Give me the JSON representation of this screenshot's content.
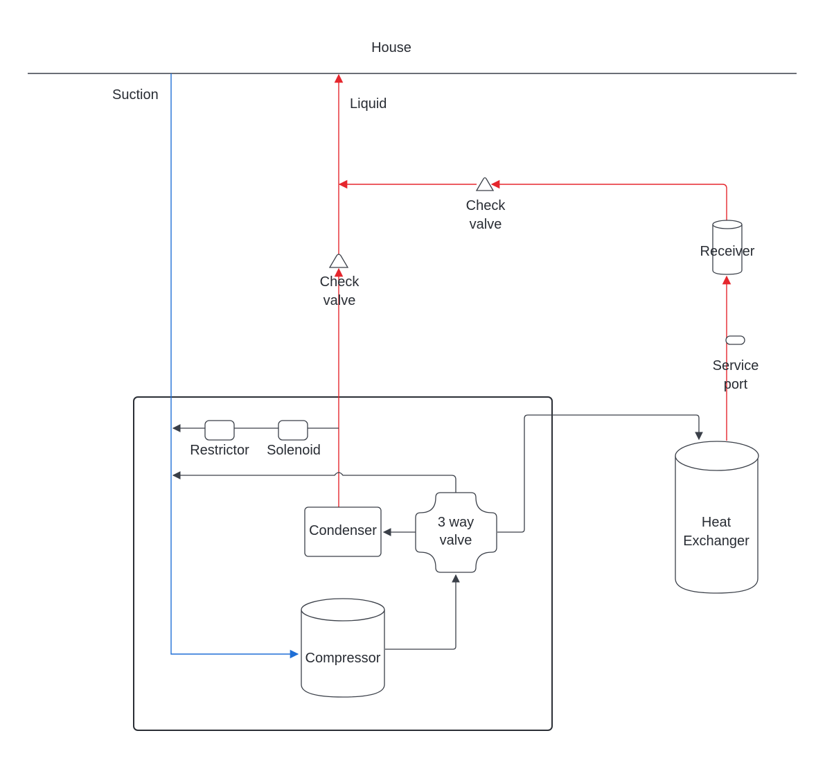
{
  "labels": {
    "house": "House",
    "suction": "Suction",
    "liquid": "Liquid",
    "check_valve_top_1": "Check",
    "check_valve_top_2": "valve",
    "check_valve_left_1": "Check",
    "check_valve_left_2": "valve",
    "receiver": "Receiver",
    "service_port_1": "Service",
    "service_port_2": "port",
    "restrictor": "Restrictor",
    "solenoid": "Solenoid",
    "condenser": "Condenser",
    "three_way_1": "3 way",
    "three_way_2": "valve",
    "heat_exchanger_1": "Heat",
    "heat_exchanger_2": "Exchanger",
    "compressor": "Compressor"
  },
  "colors": {
    "liquid_line": "#e5262d",
    "suction_line": "#1f6fd6",
    "pipe": "#3a3f48",
    "text": "#282c33"
  }
}
